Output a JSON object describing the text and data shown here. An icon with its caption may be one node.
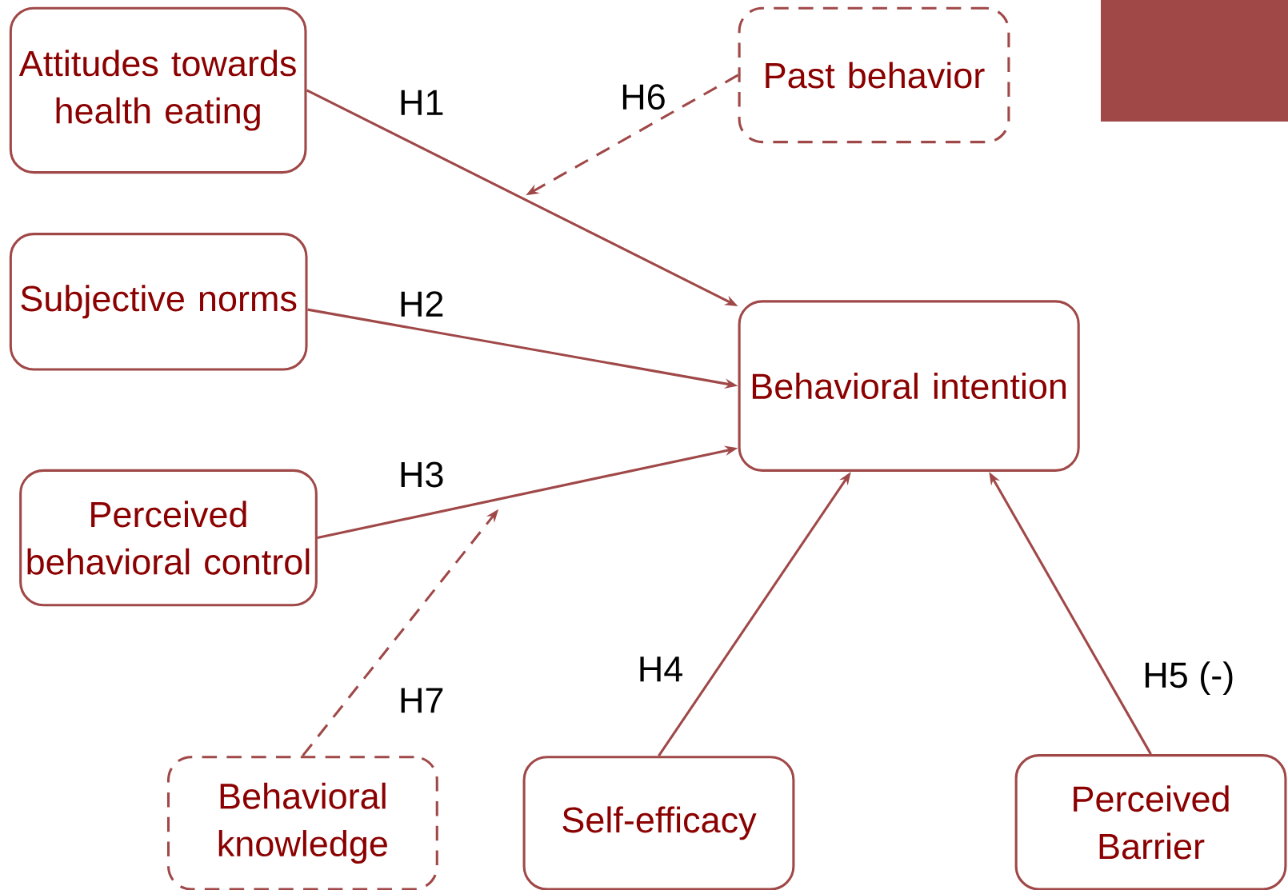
{
  "diagram": {
    "nodes": [
      {
        "text": [
          "Attitudes towards health eating"
        ]
      },
      {
        "text": [
          "Past behavior"
        ]
      },
      {
        "text": [
          "Subjective norms"
        ]
      },
      {
        "text": [
          "Behavioral intention"
        ]
      },
      {
        "text": [
          "Perceived behavioral control"
        ]
      },
      {
        "text": [
          "Behavioral knowledge"
        ]
      },
      {
        "text": [
          "Self-efficacy"
        ]
      },
      {
        "text": [
          "Perceived Barrier"
        ]
      }
    ],
    "edges": [
      {
        "from": 0,
        "to": 3,
        "arrow": "to",
        "label": "H1"
      },
      {
        "from": 2,
        "to": 3,
        "arrow": "to",
        "label": "H2"
      },
      {
        "from": 4,
        "to": 3,
        "arrow": "to",
        "label": "H3"
      },
      {
        "from": 6,
        "to": 3,
        "arrow": "to",
        "label": "H4"
      },
      {
        "from": 7,
        "to": 3,
        "arrow": "to",
        "label": "H5 (-)"
      },
      {
        "from": 1,
        "to": null,
        "arrow": "to",
        "label": "H6",
        "style": "dashed"
      },
      {
        "from": 5,
        "to": null,
        "arrow": "to",
        "label": "H7",
        "style": "dashed"
      }
    ]
  }
}
